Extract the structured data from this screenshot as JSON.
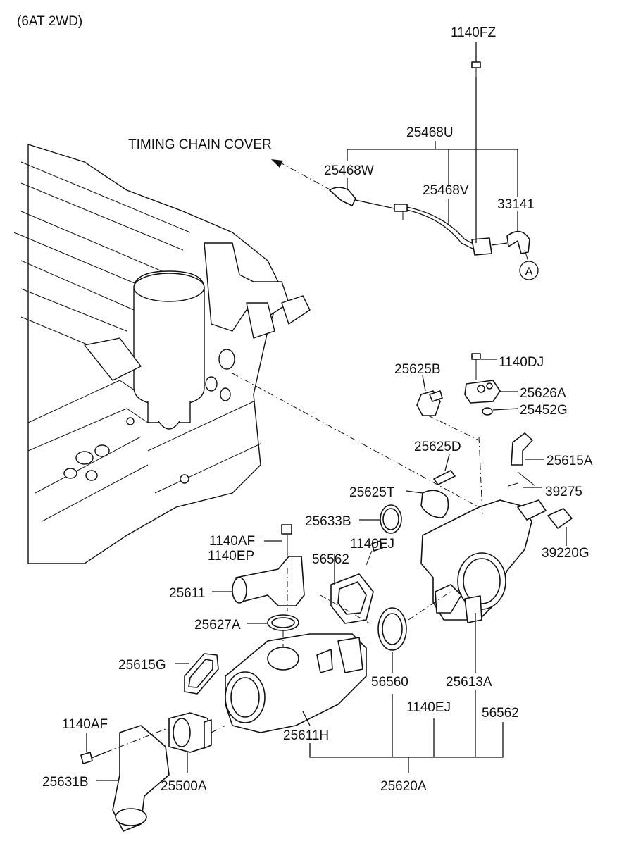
{
  "title": "(6AT 2WD)",
  "direction_note": "TIMING CHAIN COVER",
  "reference_marker": "A",
  "labels": {
    "p1140FZ": "1140FZ",
    "p25468U": "25468U",
    "p25468W": "25468W",
    "p25468V": "25468V",
    "p33141": "33141",
    "p1140DJ": "1140DJ",
    "p25625B": "25625B",
    "p25626A": "25626A",
    "p25452G": "25452G",
    "p25625D": "25625D",
    "p25615A": "25615A",
    "p39275": "39275",
    "p25625T": "25625T",
    "p25633B": "25633B",
    "p1140AF_a": "1140AF",
    "p1140EP": "1140EP",
    "p1140EJ_a": "1140EJ",
    "p56562_a": "56562",
    "p39220G": "39220G",
    "p25611": "25611",
    "p25627A": "25627A",
    "p25615G": "25615G",
    "p56560": "56560",
    "p25613A": "25613A",
    "p1140EJ_b": "1140EJ",
    "p56562_b": "56562",
    "p1140AF_b": "1140AF",
    "p25611H": "25611H",
    "p25631B": "25631B",
    "p25500A": "25500A",
    "p25620A": "25620A"
  }
}
